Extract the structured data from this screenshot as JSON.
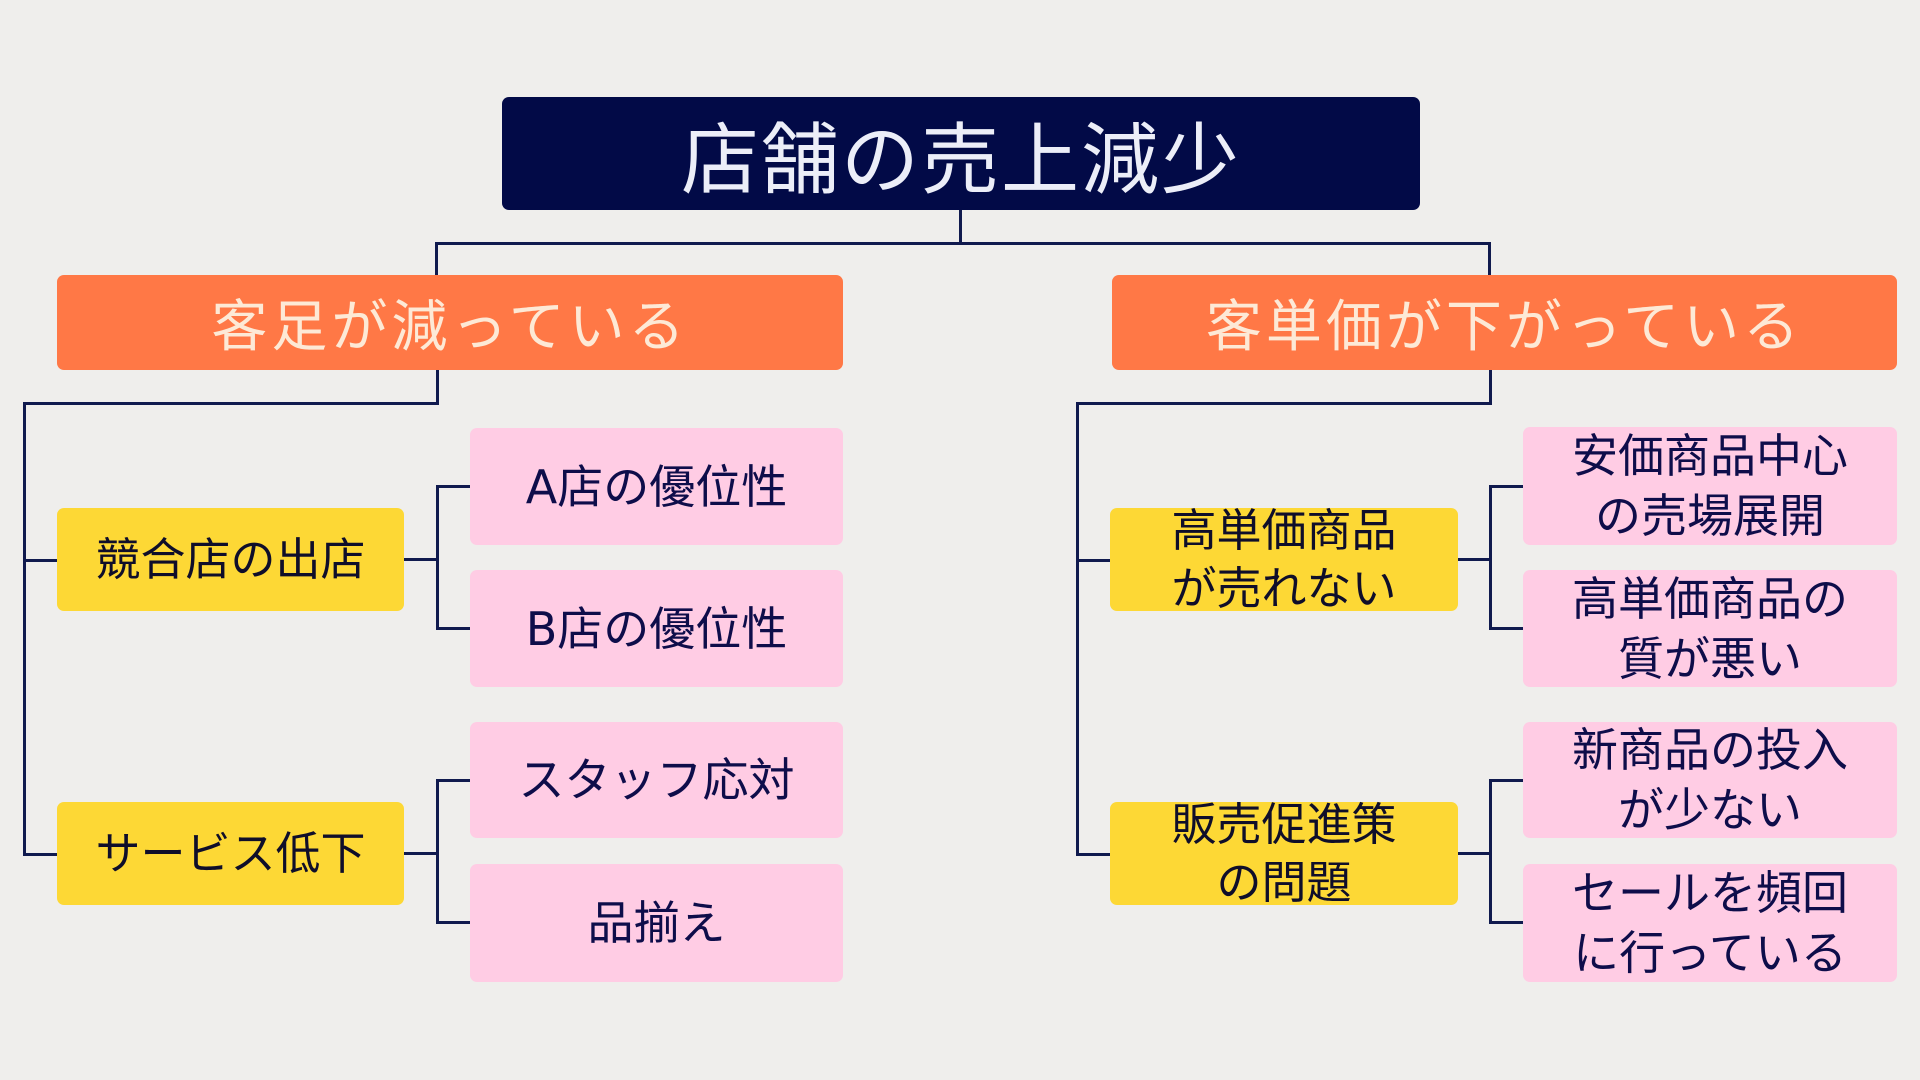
{
  "root": {
    "label": "店舗の売上減少"
  },
  "branches": [
    {
      "label": "客足が減っている",
      "causes": [
        {
          "label": "競合店の出店",
          "details": [
            "A店の優位性",
            "B店の優位性"
          ]
        },
        {
          "label": "サービス低下",
          "details": [
            "スタッフ応対",
            "品揃え"
          ]
        }
      ]
    },
    {
      "label": "客単価が下がっている",
      "causes": [
        {
          "label": "高単価商品\nが売れない",
          "details": [
            "安価商品中心\nの売場展開",
            "高単価商品の\n質が悪い"
          ]
        },
        {
          "label": "販売促進策\nの問題",
          "details": [
            "新商品の投入\nが少ない",
            "セールを頻回\nに行っている"
          ]
        }
      ]
    }
  ],
  "colors": {
    "background": "#efeeec",
    "root": "#020a47",
    "level1": "#ff7846",
    "level2": "#fdd835",
    "level3": "#ffcce4",
    "connector": "#101a4e"
  }
}
